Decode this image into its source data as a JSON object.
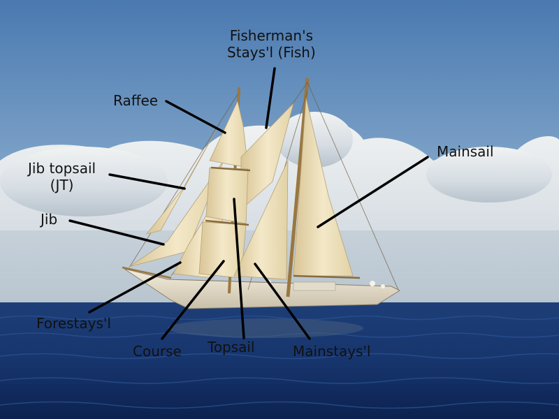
{
  "labels": {
    "fishermans": "Fisherman's\nStays'l (Fish)",
    "raffee": "Raffee",
    "mainsail": "Mainsail",
    "jib_topsail": "Jib topsail\n(JT)",
    "jib": "Jib",
    "forestaysl": "Forestays'l",
    "course": "Course",
    "topsail": "Topsail",
    "mainstaysl": "Mainstays'l"
  },
  "colors": {
    "sky_top": "#4a79b0",
    "sky_bottom": "#a9c4dc",
    "cloud": "#e8ecef",
    "sea_top": "#1d3e78",
    "sea_bottom": "#0c2250",
    "hull": "#ece4d0",
    "sail": "#efe3c0",
    "spar": "#9a7740",
    "leader": "#000000"
  }
}
